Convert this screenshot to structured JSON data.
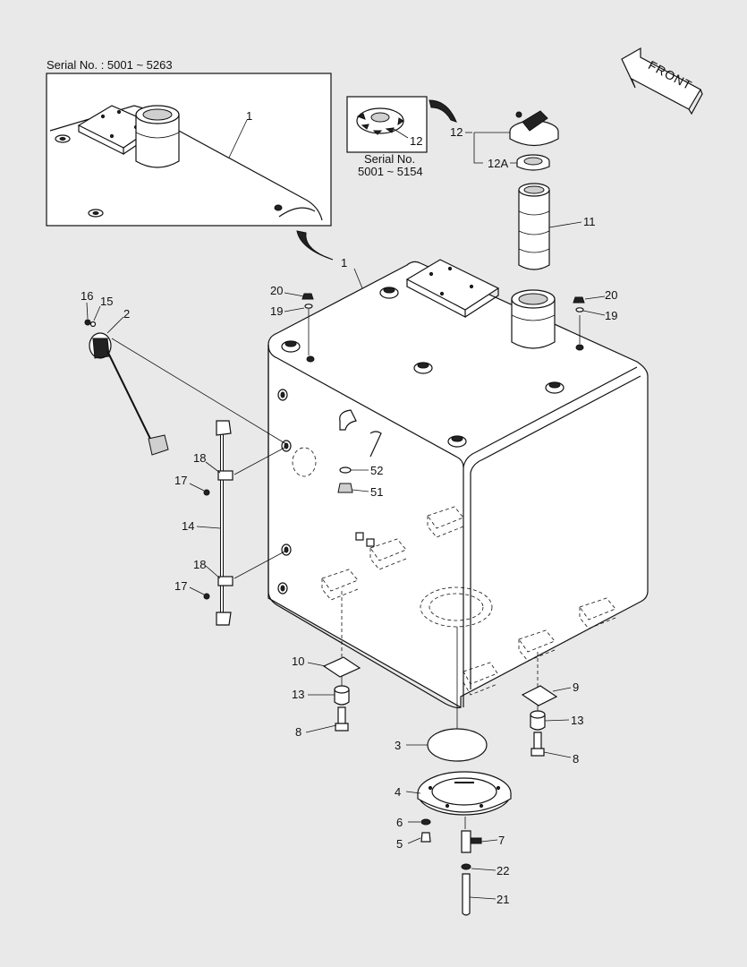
{
  "inset_top": {
    "serial_label": "Serial No. : 5001 ~ 5263"
  },
  "inset_cap": {
    "part_label": "12",
    "serial_line1": "Serial No.",
    "serial_line2": "5001 ~ 5154"
  },
  "front_label": "FRONT",
  "callouts": {
    "c1_inset": "1",
    "c1_main": "1",
    "c2": "2",
    "c3": "3",
    "c4": "4",
    "c5": "5",
    "c6": "6",
    "c7": "7",
    "c8_left": "8",
    "c8_right": "8",
    "c9": "9",
    "c10": "10",
    "c11": "11",
    "c12": "12",
    "c12a": "12A",
    "c13_left": "13",
    "c13_right": "13",
    "c14": "14",
    "c15": "15",
    "c16": "16",
    "c17_top": "17",
    "c17_bottom": "17",
    "c18_top": "18",
    "c18_bottom": "18",
    "c19_left": "19",
    "c19_right": "19",
    "c20_left": "20",
    "c20_right": "20",
    "c21": "21",
    "c22": "22",
    "c51": "51",
    "c52": "52"
  }
}
